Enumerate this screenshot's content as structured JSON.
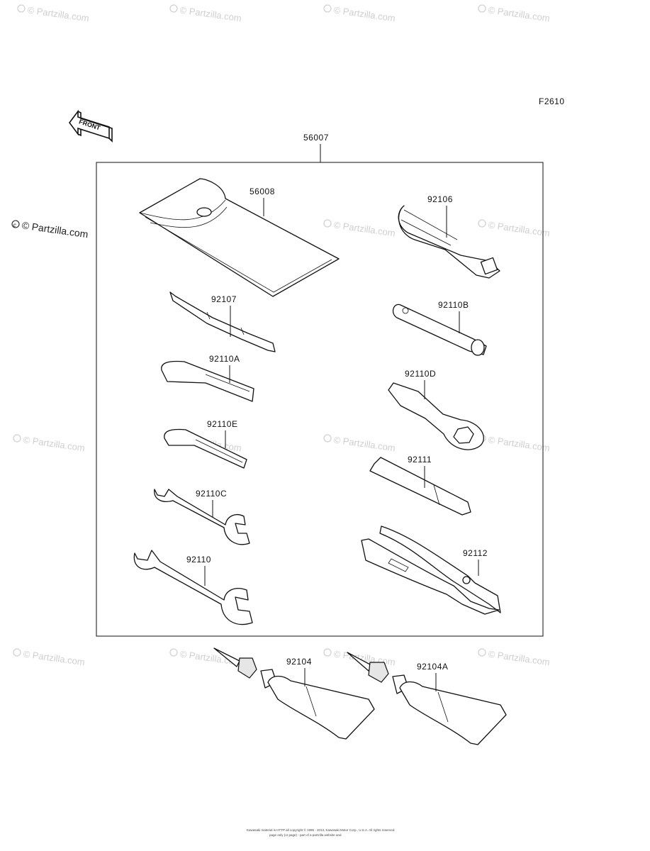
{
  "diagram": {
    "figure_code": "F2610",
    "front_label": "FRONT",
    "kit_label": "56007",
    "watermark": "© Partzilla.com",
    "footer_line1": "Kawasaki material is HTTP all copyright © 1995 - 2013, Kawasaki Motor Corp., U.S.A. All rights reserved.",
    "footer_line2": "page only (or page) - part of a partzilla website and",
    "callouts": [
      {
        "id": "56008",
        "part": "tool-pouch"
      },
      {
        "id": "92106",
        "part": "socket-handle"
      },
      {
        "id": "92107",
        "part": "screwdriver-bit"
      },
      {
        "id": "92110B",
        "part": "box-wrench"
      },
      {
        "id": "92110A",
        "part": "hex-key-large"
      },
      {
        "id": "92110D",
        "part": "ring-wrench"
      },
      {
        "id": "92110E",
        "part": "hex-key-small"
      },
      {
        "id": "92111",
        "part": "bar"
      },
      {
        "id": "92110C",
        "part": "open-wrench-small"
      },
      {
        "id": "92112",
        "part": "pliers"
      },
      {
        "id": "92110",
        "part": "open-wrench-large"
      },
      {
        "id": "92104",
        "part": "repair-tube"
      },
      {
        "id": "92104A",
        "part": "repair-tube-2"
      }
    ]
  }
}
